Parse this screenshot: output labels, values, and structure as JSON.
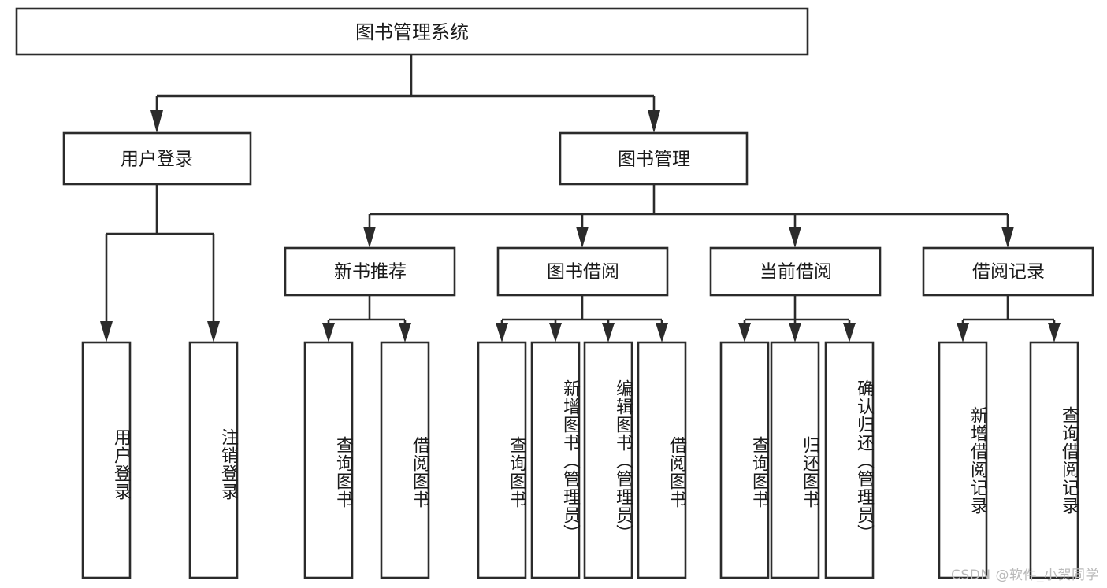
{
  "diagram": {
    "type": "hierarchy-tree",
    "title": "图书管理系统",
    "background_color": "#ffffff",
    "line_color": "#2b2b2b",
    "text_color": "#1a1a1a",
    "root": {
      "label": "图书管理系统"
    },
    "level2": [
      {
        "label": "用户登录"
      },
      {
        "label": "图书管理"
      }
    ],
    "level3": [
      {
        "label": "新书推荐"
      },
      {
        "label": "图书借阅"
      },
      {
        "label": "当前借阅"
      },
      {
        "label": "借阅记录"
      }
    ],
    "leaves": {
      "user_login": [
        {
          "label": "用户登录"
        },
        {
          "label": "注销登录"
        }
      ],
      "new_book_recommend": [
        {
          "label": "查询图书"
        },
        {
          "label": "借阅图书"
        }
      ],
      "book_borrow": [
        {
          "label": "查询图书"
        },
        {
          "label": "新增图书（管理员）"
        },
        {
          "label": "编辑图书（管理员）"
        },
        {
          "label": "借阅图书"
        }
      ],
      "current_borrow": [
        {
          "label": "查询图书"
        },
        {
          "label": "归还图书"
        },
        {
          "label": "确认归还（管理员）"
        }
      ],
      "borrow_record": [
        {
          "label": "新增借阅记录"
        },
        {
          "label": "查询借阅记录"
        }
      ]
    },
    "watermark": "CSDN @软件_小贺同学"
  }
}
